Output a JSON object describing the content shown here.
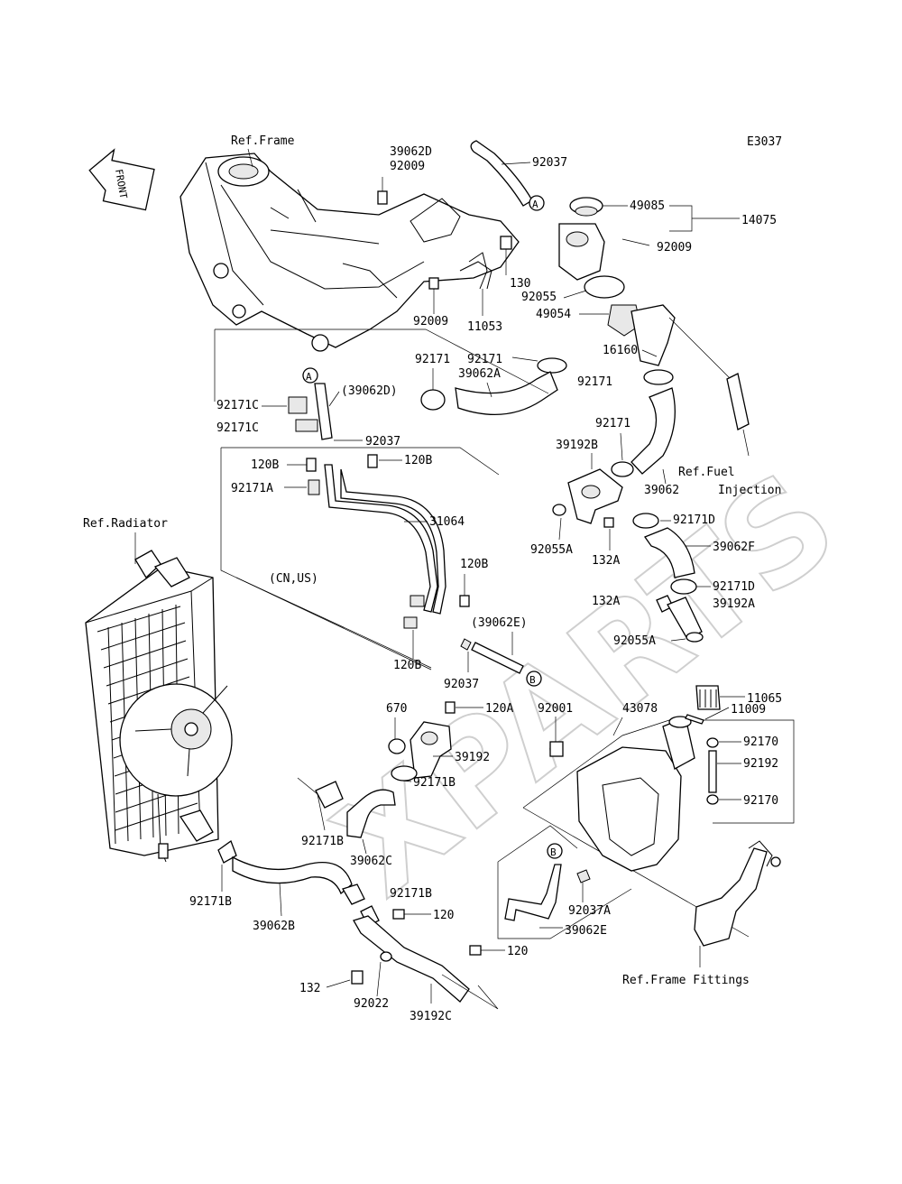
{
  "diagram_code": "E3037",
  "front_badge": "FRONT",
  "watermark": "XPARTS",
  "ref_labels": {
    "frame": "Ref.Frame",
    "radiator": "Ref.Radiator",
    "fuel_injection_1": "Ref.Fuel",
    "fuel_injection_2": "Injection",
    "frame_fittings": "Ref.Frame Fittings"
  },
  "note_cn_us": "(CN,US)",
  "markers": {
    "a": "A",
    "b": "B"
  },
  "parts": {
    "p39062D": "39062D",
    "p92009_top": "92009",
    "p92037_top": "92037",
    "p49085": "49085",
    "p14075": "14075",
    "p92009_right": "92009",
    "p130": "130",
    "p92055": "92055",
    "p49054": "49054",
    "p92009_bottom": "92009",
    "p11053": "11053",
    "p16160": "16160",
    "p92171_left": "92171",
    "p92171_mid": "92171",
    "p39062A": "39062A",
    "p92171_right": "92171",
    "p92171C_a": "92171C",
    "p39062D_paren": "(39062D)",
    "p92171C_b": "92171C",
    "p92037_mid": "92037",
    "p92171_r2": "92171",
    "p39192B": "39192B",
    "p120B_l": "120B",
    "p120B_r": "120B",
    "p92171A": "92171A",
    "p31064": "31064",
    "p39062": "39062",
    "p92171D_a": "92171D",
    "p92055A_a": "92055A",
    "p39062F": "39062F",
    "p132A_a": "132A",
    "p120B_m": "120B",
    "p92171D_b": "92171D",
    "p39192A": "39192A",
    "p132A_b": "132A",
    "p39062E_paren": "(39062E)",
    "p92055A_b": "92055A",
    "p120B_low": "120B",
    "p92037_low": "92037",
    "p670": "670",
    "p120A": "120A",
    "p92001": "92001",
    "p43078": "43078",
    "p11065": "11065",
    "p11009": "11009",
    "p39192": "39192",
    "p92171B_a": "92171B",
    "p92170_a": "92170",
    "p92192": "92192",
    "p92170_b": "92170",
    "p92171B_b": "92171B",
    "p39062C": "39062C",
    "p92171B_c": "92171B",
    "p92171B_d": "92171B",
    "p120_a": "120",
    "p39062B": "39062B",
    "p92037A": "92037A",
    "p39062E": "39062E",
    "p120_b": "120",
    "p132": "132",
    "p92022": "92022",
    "p39192C": "39192C"
  }
}
